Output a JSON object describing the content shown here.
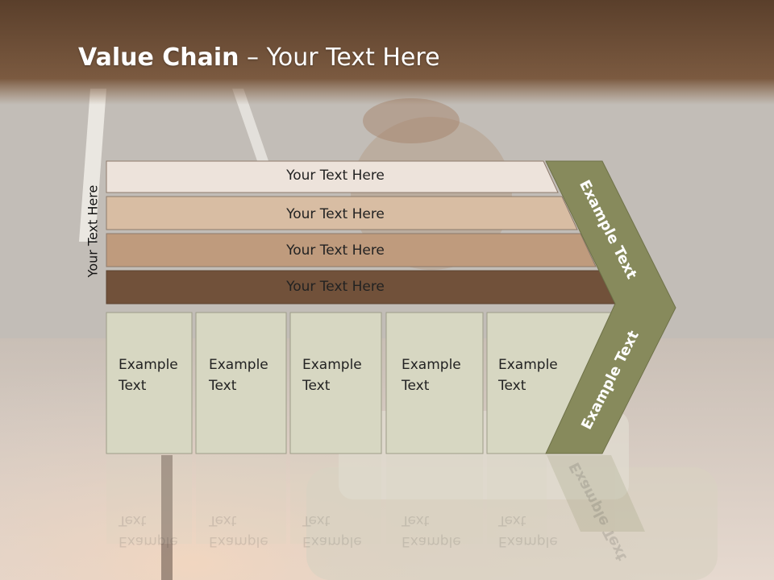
{
  "title": {
    "bold": "Value Chain",
    "rest": " – Your Text Here"
  },
  "vertical_label": "Your Text Here",
  "bars": [
    {
      "label": "Your Text Here",
      "color": "#ede3db"
    },
    {
      "label": "Your Text Here",
      "color": "#d8bda3"
    },
    {
      "label": "Your Text Here",
      "color": "#bf9b7d"
    },
    {
      "label": "Your Text Here",
      "color": "#71513a"
    }
  ],
  "boxes": [
    {
      "line1": "Example",
      "line2": "Text"
    },
    {
      "line1": "Example",
      "line2": "Text"
    },
    {
      "line1": "Example",
      "line2": "Text"
    },
    {
      "line1": "Example",
      "line2": "Text"
    },
    {
      "line1": "Example",
      "line2": "Text"
    }
  ],
  "arrow_top_label": "Example Text",
  "arrow_bottom_label": "Example Text",
  "colors": {
    "header": "#6b4c34",
    "box_fill": "#d7d7c2",
    "arrow_fill": "#878a5c"
  }
}
